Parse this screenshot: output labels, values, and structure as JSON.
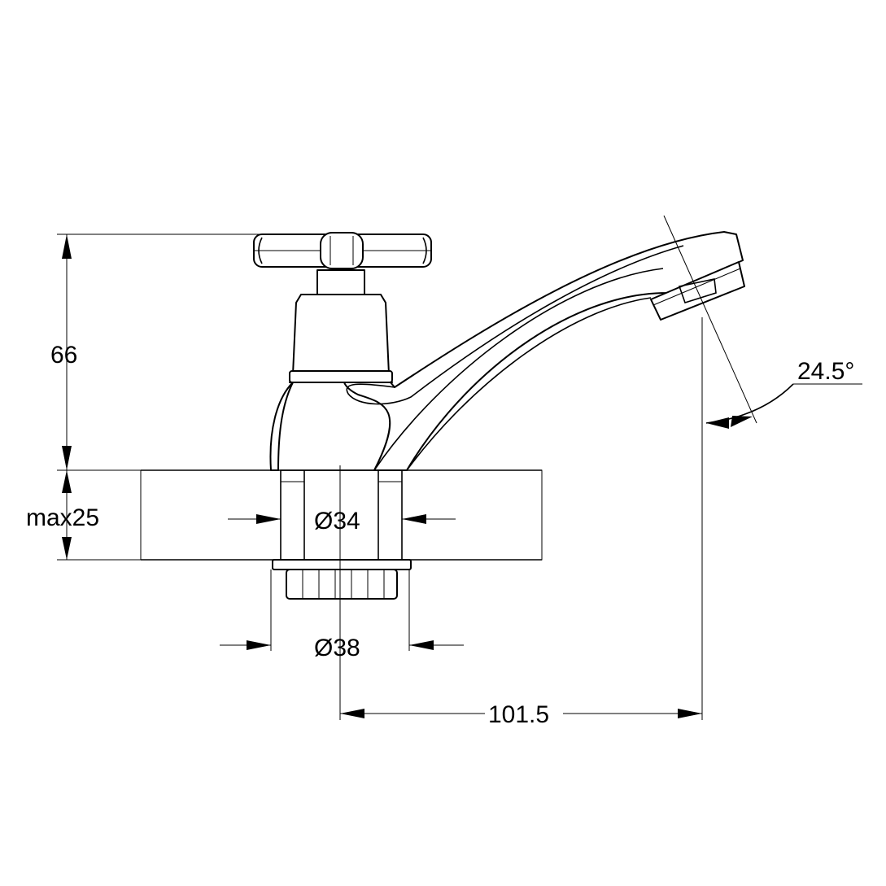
{
  "dimensions": {
    "height": "66",
    "deck_thickness": "max25",
    "hole_diameter": "Ø34",
    "thread_diameter": "Ø38",
    "spout_reach": "101.5",
    "spout_angle": "24.5°"
  },
  "colors": {
    "line": "#000000",
    "hatch": "#555555",
    "background": "#ffffff"
  }
}
